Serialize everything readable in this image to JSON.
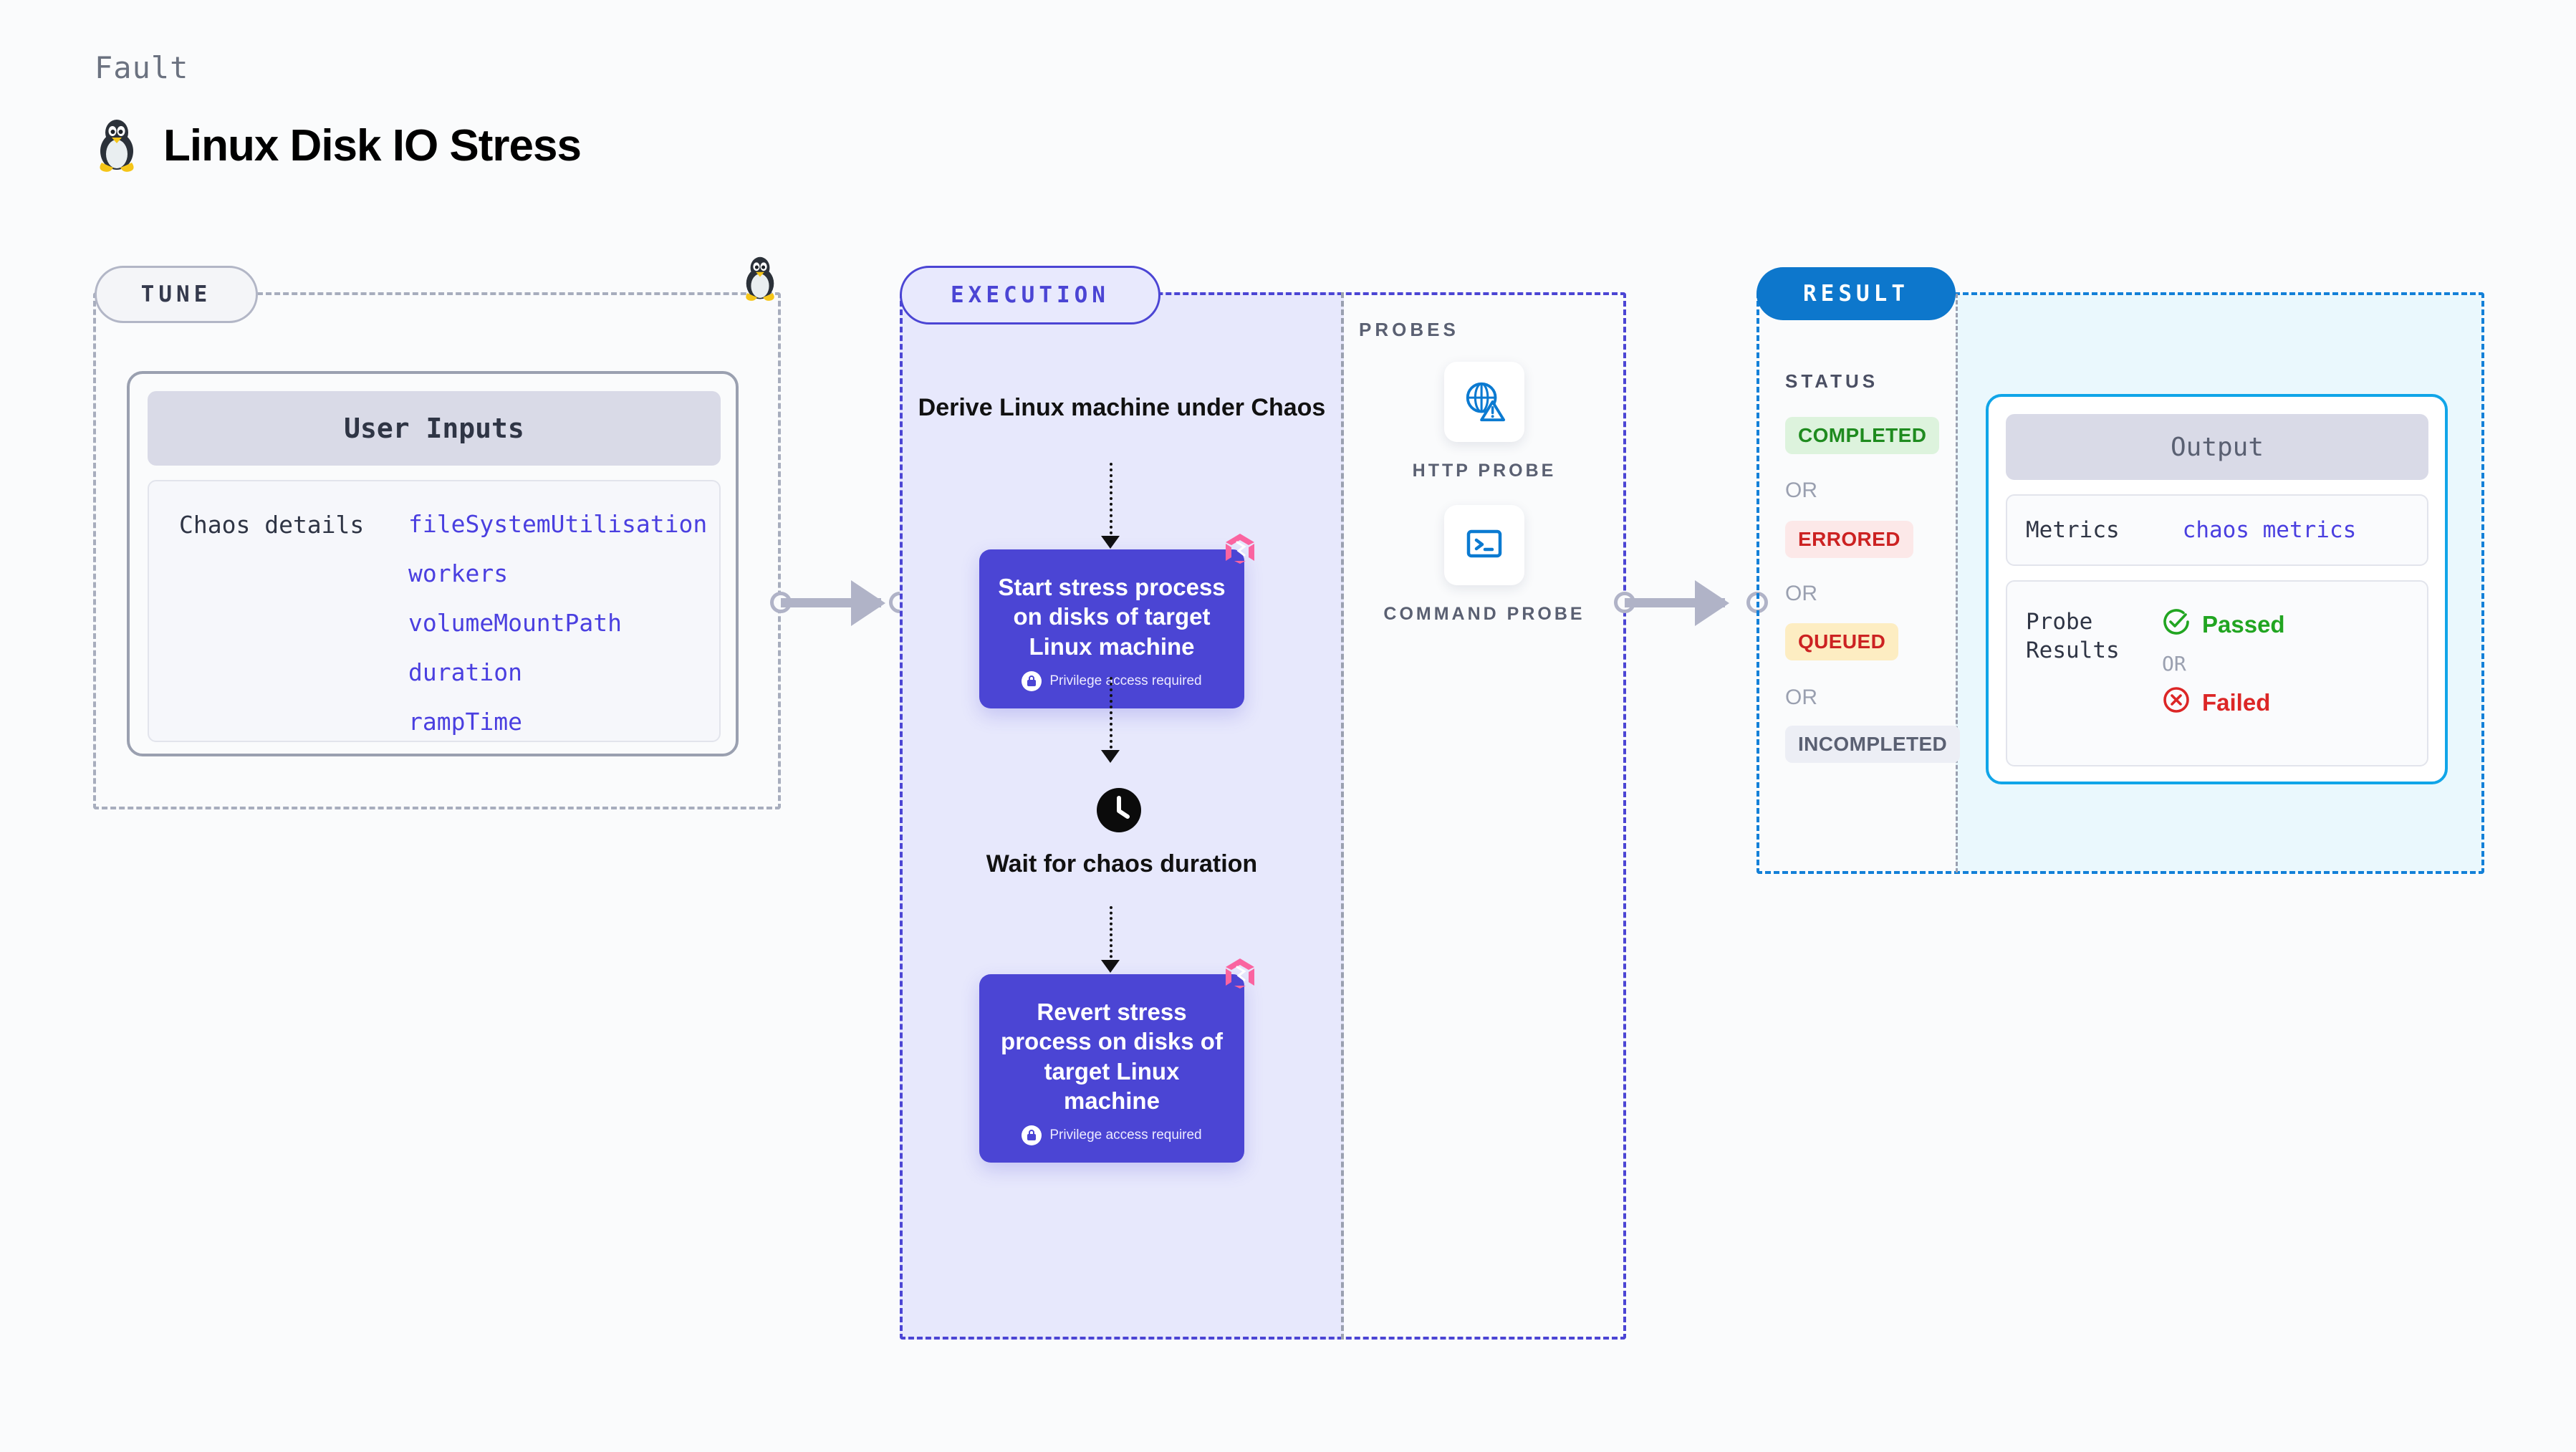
{
  "header": {
    "kicker": "Fault",
    "title": "Linux Disk IO Stress",
    "icon": "linux-penguin-icon"
  },
  "tune": {
    "pill_label": "TUNE",
    "card_header": "User Inputs",
    "details_label": "Chaos details",
    "inputs": [
      "fileSystemUtilisation",
      "workers",
      "volumeMountPath",
      "duration",
      "rampTime"
    ]
  },
  "execution": {
    "pill_label": "EXECUTION",
    "derive_step": "Derive Linux machine under Chaos",
    "start_node": {
      "title": "Start stress process on disks of target Linux machine",
      "note": "Privilege access required"
    },
    "wait_step": "Wait for chaos duration",
    "revert_node": {
      "title": "Revert stress process on disks of target Linux machine",
      "note": "Privilege access required"
    }
  },
  "probes": {
    "section_label": "PROBES",
    "items": [
      {
        "label": "HTTP PROBE",
        "icon": "globe-warning-icon"
      },
      {
        "label": "COMMAND PROBE",
        "icon": "terminal-icon"
      }
    ]
  },
  "result": {
    "pill_label": "RESULT",
    "status_label": "STATUS",
    "or_label": "OR",
    "statuses": [
      {
        "text": "COMPLETED",
        "bg": "#ddf3dd",
        "fg": "#1f8b1f"
      },
      {
        "text": "ERRORED",
        "bg": "#fce8e8",
        "fg": "#cc2222"
      },
      {
        "text": "QUEUED",
        "bg": "#fdedc2",
        "fg": "#cc2222"
      },
      {
        "text": "INCOMPLETED",
        "bg": "#eceef5",
        "fg": "#5a6072"
      }
    ],
    "output": {
      "header": "Output",
      "metrics_key": "Metrics",
      "metrics_value": "chaos metrics",
      "probe_results_key": "Probe Results",
      "passed": "Passed",
      "failed": "Failed",
      "or_label": "OR"
    }
  },
  "colors": {
    "accent_purple": "#4b45d4",
    "accent_blue": "#0d77cc",
    "probe_blue": "#0b7ad1",
    "output_border": "#10a5e8",
    "connector_gray": "#b0b3c7",
    "litmus_pink": "#fa64a0"
  }
}
